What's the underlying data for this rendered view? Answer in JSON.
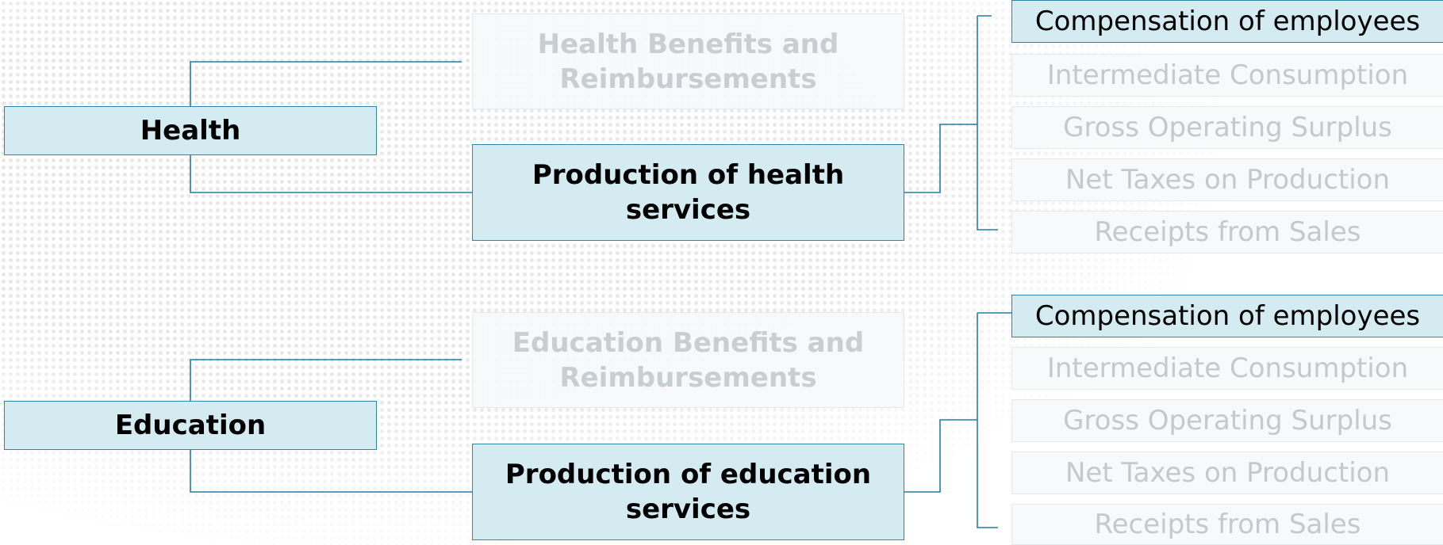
{
  "categories": [
    {
      "label": "Health",
      "benefits": "Health Benefits and Reimbursements",
      "production": "Production of health services",
      "components": [
        "Compensation of employees",
        "Intermediate Consumption",
        "Gross Operating Surplus",
        "Net Taxes on Production",
        "Receipts from Sales"
      ],
      "highlighted_component": "Compensation of employees"
    },
    {
      "label": "Education",
      "benefits": "Education Benefits and Reimbursements",
      "production": "Production of education services",
      "components": [
        "Compensation of employees",
        "Intermediate Consumption",
        "Gross Operating Surplus",
        "Net Taxes on Production",
        "Receipts from Sales"
      ],
      "highlighted_component": "Compensation of employees"
    }
  ],
  "colors": {
    "active_fill": "#d5ebf2",
    "active_border": "#2c86ab",
    "connector": "#1f7fa3",
    "dim_text": "#c4c9cd"
  }
}
